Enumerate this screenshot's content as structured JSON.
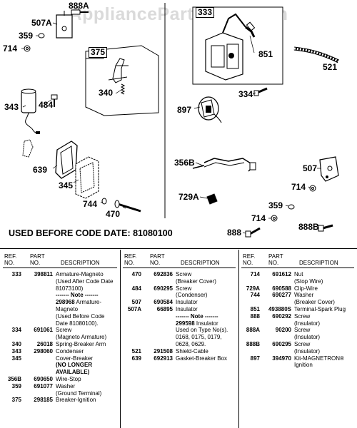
{
  "watermark": "AppliancePartsPros.com",
  "callouts": [
    {
      "id": "888A",
      "label": "888A"
    },
    {
      "id": "507A",
      "label": "507A"
    },
    {
      "id": "359a",
      "label": "359"
    },
    {
      "id": "714a",
      "label": "714"
    },
    {
      "id": "375",
      "label": "375"
    },
    {
      "id": "340",
      "label": "340"
    },
    {
      "id": "343",
      "label": "343"
    },
    {
      "id": "484",
      "label": "484"
    },
    {
      "id": "639",
      "label": "639"
    },
    {
      "id": "345",
      "label": "345"
    },
    {
      "id": "744",
      "label": "744"
    },
    {
      "id": "470",
      "label": "470"
    },
    {
      "id": "333",
      "label": "333"
    },
    {
      "id": "851",
      "label": "851"
    },
    {
      "id": "521",
      "label": "521"
    },
    {
      "id": "334",
      "label": "334"
    },
    {
      "id": "897",
      "label": "897"
    },
    {
      "id": "356B",
      "label": "356B"
    },
    {
      "id": "507",
      "label": "507"
    },
    {
      "id": "714b",
      "label": "714"
    },
    {
      "id": "729A",
      "label": "729A"
    },
    {
      "id": "359b",
      "label": "359"
    },
    {
      "id": "714c",
      "label": "714"
    },
    {
      "id": "888",
      "label": "888"
    },
    {
      "id": "888B",
      "label": "888B"
    }
  ],
  "used_before_text": "USED BEFORE CODE DATE: 81080100",
  "table_headers": {
    "ref": "REF.",
    "ref2": "NO.",
    "part": "PART",
    "part2": "NO.",
    "desc": "DESCRIPTION"
  },
  "columns": [
    [
      {
        "ref": "333",
        "part": "398811",
        "desc": "Armature-Magneto"
      },
      {
        "ref": "",
        "part": "",
        "desc": "(Used After Code Date"
      },
      {
        "ref": "",
        "part": "",
        "desc": "81073100)"
      },
      {
        "ref": "",
        "part": "",
        "desc": "------- Note -------",
        "note": true
      },
      {
        "ref": "",
        "part": "",
        "desc": "298968 Armature-",
        "bold_lead": true
      },
      {
        "ref": "",
        "part": "",
        "desc": "Magneto"
      },
      {
        "ref": "",
        "part": "",
        "desc": "(Used Before Code"
      },
      {
        "ref": "",
        "part": "",
        "desc": "Date 81080100)."
      },
      {
        "ref": "334",
        "part": "691061",
        "desc": "Screw"
      },
      {
        "ref": "",
        "part": "",
        "desc": "(Magneto Armature)"
      },
      {
        "ref": "340",
        "part": "26018",
        "desc": "Spring-Breaker Arm"
      },
      {
        "ref": "343",
        "part": "298060",
        "desc": "Condenser"
      },
      {
        "ref": "345",
        "part": "",
        "desc": "Cover-Breaker"
      },
      {
        "ref": "",
        "part": "",
        "desc": "(NO LONGER",
        "bold_all": true
      },
      {
        "ref": "",
        "part": "",
        "desc": "AVAILABLE)",
        "bold_all": true
      },
      {
        "ref": "356B",
        "part": "690650",
        "desc": "Wire-Stop"
      },
      {
        "ref": "359",
        "part": "691077",
        "desc": "Washer"
      },
      {
        "ref": "",
        "part": "",
        "desc": "(Ground Terminal)"
      },
      {
        "ref": "375",
        "part": "298185",
        "desc": "Breaker-Ignition"
      }
    ],
    [
      {
        "ref": "470",
        "part": "692836",
        "desc": "Screw"
      },
      {
        "ref": "",
        "part": "",
        "desc": "(Breaker Cover)"
      },
      {
        "ref": "484",
        "part": "690295",
        "desc": "Screw"
      },
      {
        "ref": "",
        "part": "",
        "desc": "(Condenser)"
      },
      {
        "ref": "507",
        "part": "690584",
        "desc": "Insulator"
      },
      {
        "ref": "507A",
        "part": "66895",
        "desc": "Insulator"
      },
      {
        "ref": "",
        "part": "",
        "desc": "------- Note -------",
        "note": true
      },
      {
        "ref": "",
        "part": "",
        "desc": "299598 Insulator",
        "bold_lead": true
      },
      {
        "ref": "",
        "part": "",
        "desc": "Used on Type No(s)."
      },
      {
        "ref": "",
        "part": "",
        "desc": "0168, 0175, 0179,"
      },
      {
        "ref": "",
        "part": "",
        "desc": "0628, 0629."
      },
      {
        "ref": "521",
        "part": "291508",
        "desc": "Shield-Cable"
      },
      {
        "ref": "639",
        "part": "692913",
        "desc": "Gasket-Breaker Box"
      }
    ],
    [
      {
        "ref": "714",
        "part": "691612",
        "desc": "Nut"
      },
      {
        "ref": "",
        "part": "",
        "desc": "(Stop Wire)"
      },
      {
        "ref": "729A",
        "part": "690588",
        "desc": "Clip-Wire"
      },
      {
        "ref": "744",
        "part": "690277",
        "desc": "Washer"
      },
      {
        "ref": "",
        "part": "",
        "desc": "(Breaker Cover)"
      },
      {
        "ref": "851",
        "part": "493880S",
        "desc": "Terminal-Spark Plug"
      },
      {
        "ref": "888",
        "part": "690292",
        "desc": "Screw"
      },
      {
        "ref": "",
        "part": "",
        "desc": "(Insulator)"
      },
      {
        "ref": "888A",
        "part": "90200",
        "desc": "Screw"
      },
      {
        "ref": "",
        "part": "",
        "desc": "(Insulator)"
      },
      {
        "ref": "888B",
        "part": "690295",
        "desc": "Screw"
      },
      {
        "ref": "",
        "part": "",
        "desc": "(Insulator)"
      },
      {
        "ref": "897",
        "part": "394970",
        "desc": "Kit-MAGNETRON®"
      },
      {
        "ref": "",
        "part": "",
        "desc": "Ignition"
      }
    ]
  ]
}
